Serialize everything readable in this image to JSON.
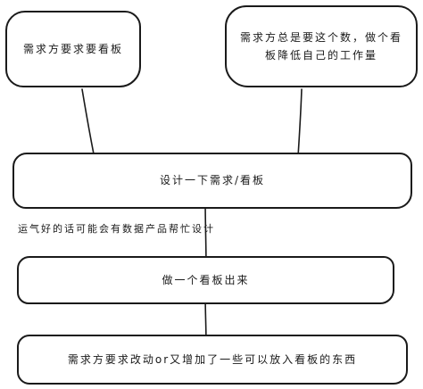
{
  "diagram": {
    "nodes": [
      {
        "id": "n1",
        "text": "需求方要求要看板"
      },
      {
        "id": "n2",
        "text": "需求方总是要这个数，做个看板降低自己的工作量"
      },
      {
        "id": "n3",
        "text": "设计一下需求/看板"
      },
      {
        "id": "n4",
        "text": "做一个看板出来"
      },
      {
        "id": "n5",
        "text": "需求方要求改动or又增加了一些可以放入看板的东西"
      }
    ],
    "note": "运气好的话可能会有数据产品帮忙设计",
    "edges": [
      {
        "from": "n1",
        "to": "n3"
      },
      {
        "from": "n2",
        "to": "n3"
      },
      {
        "from": "n3",
        "to": "n4"
      },
      {
        "from": "n4",
        "to": "n5"
      }
    ]
  }
}
